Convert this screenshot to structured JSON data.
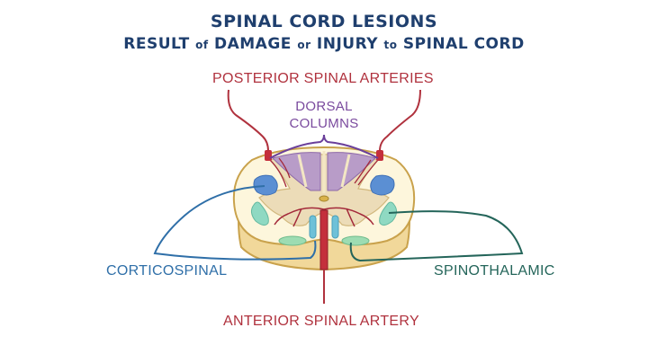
{
  "title": {
    "main": "SPINAL CORD LESIONS",
    "sub_part1": "RESULT",
    "sub_of": "of",
    "sub_part2": "DAMAGE",
    "sub_or": "or",
    "sub_part3": "INJURY",
    "sub_to": "to",
    "sub_part4": "SPINAL CORD"
  },
  "labels": {
    "posterior": "POSTERIOR SPINAL ARTERIES",
    "dorsal_line1": "DORSAL",
    "dorsal_line2": "COLUMNS",
    "corticospinal": "CORTICOSPINAL",
    "spinothalamic": "SPINOTHALAMIC",
    "anterior": "ANTERIOR SPINAL ARTERY"
  },
  "colors": {
    "title": "#1f3f6e",
    "artery": "#b0323e",
    "dorsal": "#7a4a9e",
    "corticospinal": "#2f6fa8",
    "spinothalamic": "#24655a",
    "white_matter": "#fdf6dc",
    "gray_matter": "#ecdcb8",
    "dorsal_fill": "#b89cc8"
  }
}
